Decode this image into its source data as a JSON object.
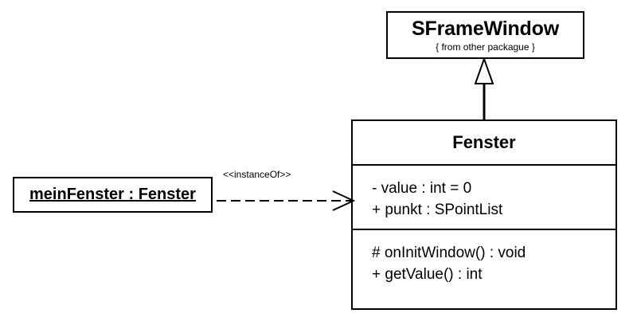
{
  "diagram": {
    "type": "uml-class-diagram",
    "background_color": "#ffffff",
    "line_color": "#000000"
  },
  "super_class": {
    "name": "SFrameWindow",
    "stereotype_note": "{ from other packague }"
  },
  "main_class": {
    "name": "Fenster",
    "attributes": [
      "- value : int = 0",
      "+ punkt : SPointList"
    ],
    "operations": [
      "# onInitWindow() : void",
      "+ getValue() : int"
    ]
  },
  "object_instance": {
    "label": "meinFenster : Fenster"
  },
  "relationships": {
    "generalization": {
      "name": "generalization-arrow",
      "from": "Fenster",
      "to": "SFrameWindow",
      "arrowhead": "hollow-triangle"
    },
    "dependency": {
      "name": "instance-of-dependency",
      "label": "<<instanceOf>>",
      "from": "meinFenster : Fenster",
      "to": "Fenster",
      "line_style": "dashed",
      "arrowhead": "open-arrow"
    }
  }
}
